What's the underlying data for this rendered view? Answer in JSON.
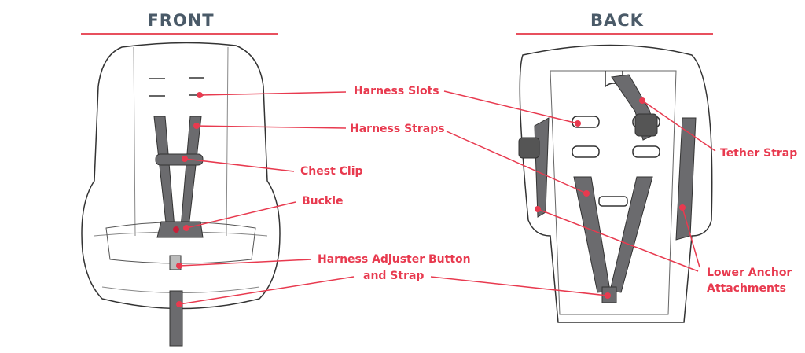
{
  "headings": {
    "front": "FRONT",
    "back": "BACK"
  },
  "labels": {
    "harness_slots": "Harness Slots",
    "harness_straps": "Harness Straps",
    "chest_clip": "Chest Clip",
    "buckle": "Buckle",
    "adjuster_line1": "Harness Adjuster Button",
    "adjuster_line2": "and Strap",
    "tether_strap": "Tether Strap",
    "lower_anchor_line1": "Lower Anchor",
    "lower_anchor_line2": "Attachments"
  },
  "colors": {
    "accent": "#e83a4f",
    "heading": "#4a5a68",
    "strap": "#6b6b6e",
    "outline": "#333333"
  }
}
